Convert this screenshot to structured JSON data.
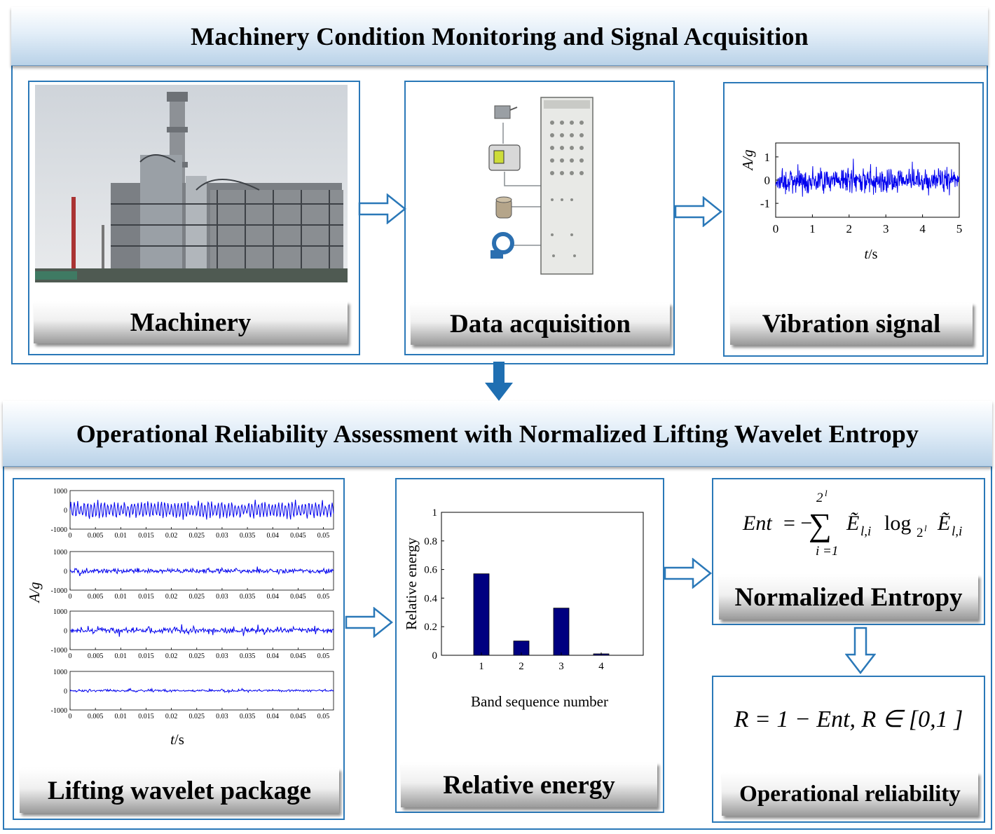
{
  "top_section": {
    "title": "Machinery Condition Monitoring and Signal Acquisition",
    "machinery_caption": "Machinery",
    "acquisition_caption": "Data acquisition",
    "vibration_caption": "Vibration signal"
  },
  "bottom_section": {
    "title": "Operational Reliability Assessment with Normalized Lifting Wavelet Entropy",
    "wavelet_caption": "Lifting wavelet package",
    "energy_caption": "Relative energy",
    "entropy_caption": "Normalized Entropy",
    "reliability_caption": "Operational reliability"
  },
  "formulas": {
    "entropy": "Ent = −Σ Ẽ log Ẽ",
    "entropy_lhs": "Ent",
    "entropy_op": "= −",
    "entropy_upper": "2",
    "entropy_upper_sup": "l",
    "entropy_lower": "i =1",
    "entropy_E": "Ẽ",
    "entropy_sub": "l,i",
    "entropy_log": "log",
    "entropy_log_base": "2",
    "entropy_log_base_sup": "l",
    "reliability": "R = 1 − Ent,  R ∈ [0,1 ]"
  },
  "colors": {
    "frame": "#2a78b8",
    "signal": "#0000ee",
    "bar": "#000080",
    "arrow_solid": "#1f6fb2"
  },
  "icons": [
    "factory-photo",
    "accelerometer-icon",
    "signal-conditioner-icon",
    "vibration-sensor-icon",
    "current-clamp-icon",
    "daq-chassis-icon"
  ],
  "chart_data": [
    {
      "type": "line",
      "xlabel_italic": "t",
      "xlabel_rest": "/s",
      "ylabel": "A/g",
      "xlim": [
        0,
        5
      ],
      "ylim": [
        -1.6,
        1.6
      ],
      "xticks": [
        "0",
        "1",
        "2",
        "3",
        "4",
        "5"
      ],
      "yticks": [
        "1",
        "0",
        "-1"
      ],
      "series": [
        {
          "amplitude": 0.75
        }
      ]
    },
    {
      "type": "line",
      "xlabel_italic": "t",
      "xlabel_rest": "/s",
      "ylabel": "A/g",
      "xlim": [
        0,
        0.052
      ],
      "ylim": [
        -1000,
        1000
      ],
      "xticks": [
        "0",
        "0.005",
        "0.01",
        "0.015",
        "0.02",
        "0.025",
        "0.03",
        "0.035",
        "0.04",
        "0.045",
        "0.05"
      ],
      "yticks": [
        "1000",
        "0",
        "-1000"
      ],
      "series": [
        {
          "amplitude": 450
        },
        {
          "amplitude": 180
        },
        {
          "amplitude": 220
        },
        {
          "amplitude": 90
        }
      ]
    },
    {
      "type": "bar",
      "categories": [
        "1",
        "2",
        "3",
        "4"
      ],
      "values": [
        0.57,
        0.1,
        0.33,
        0.01
      ],
      "xlabel": "Band sequence number",
      "ylabel": "Relative energy",
      "ylim": [
        0,
        1
      ],
      "yticks": [
        "0",
        "0.2",
        "0.4",
        "0.6",
        "0.8",
        "1"
      ]
    }
  ]
}
